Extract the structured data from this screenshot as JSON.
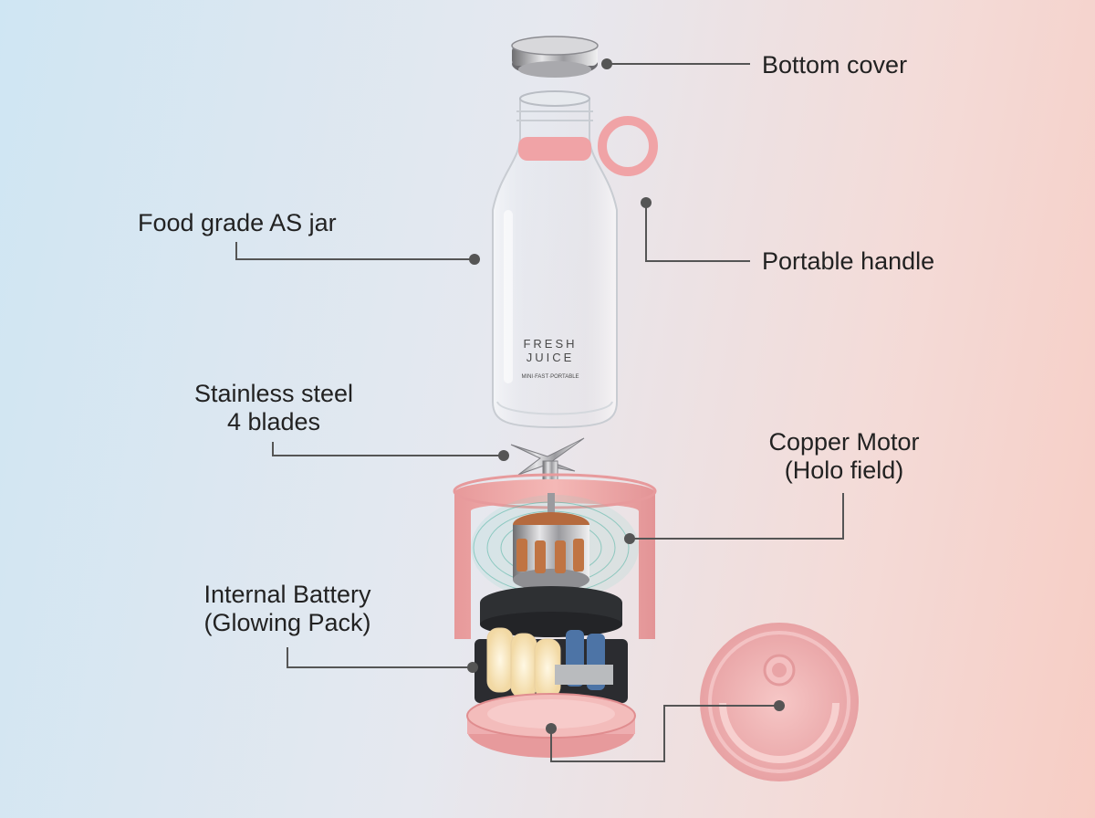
{
  "labels": {
    "bottom_cover": "Bottom cover",
    "food_grade_jar": "Food grade AS jar",
    "portable_handle": "Portable handle",
    "blades_line1": "Stainless steel",
    "blades_line2": "4 blades",
    "motor_line1": "Copper Motor",
    "motor_line2": "(Holo field)",
    "battery_line1": "Internal Battery",
    "battery_line2": "(Glowing Pack)"
  },
  "jar_print": {
    "line1": "FRESH",
    "line2": "JUICE",
    "tagline": "MINI·FAST·PORTABLE"
  },
  "colors": {
    "pink": "#efa9a9",
    "pink_dark": "#e08d8f",
    "leader": "#555555",
    "text": "#222222"
  }
}
